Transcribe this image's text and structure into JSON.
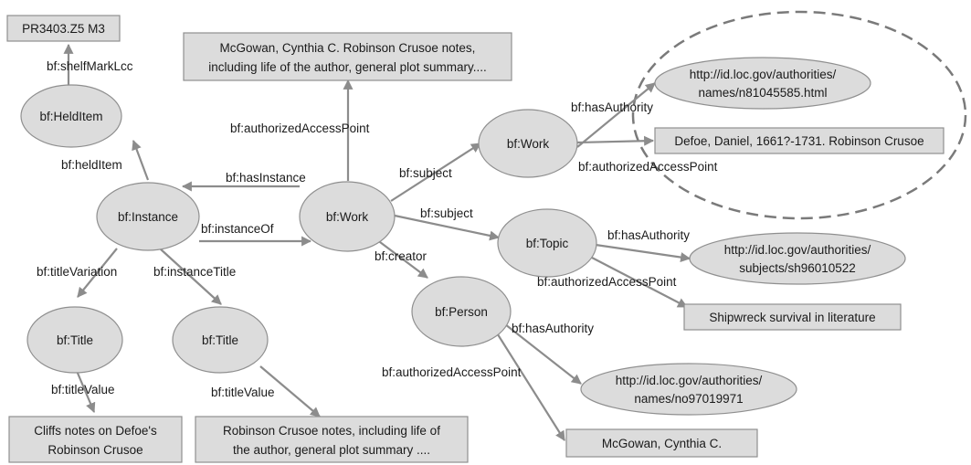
{
  "colors": {
    "node_fill": "#dcdcdc",
    "node_stroke": "#8f8f8f",
    "edge": "#8c8c8c",
    "text": "#1a1a1a"
  },
  "nodes": {
    "shelfmark": "PR3403.Z5 M3",
    "helditem": "bf:HeldItem",
    "instance": "bf:Instance",
    "work_main": "bf:Work",
    "work_note": [
      "McGowan, Cynthia C. Robinson Crusoe notes,",
      "including life of the author, general plot summary...."
    ],
    "title_variation": "bf:Title",
    "title_instance": "bf:Title",
    "title_value_1": [
      "Cliffs notes on Defoe's",
      "Robinson Crusoe"
    ],
    "title_value_2": [
      "Robinson Crusoe notes, including life of",
      "the author, general plot summary ...."
    ],
    "work_subject": "bf:Work",
    "work_subject_uri": [
      "http://id.loc.gov/authorities/",
      "names/n81045585.html"
    ],
    "work_subject_label": "Defoe, Daniel, 1661?-1731. Robinson Crusoe",
    "topic": "bf:Topic",
    "topic_uri": [
      "http://id.loc.gov/authorities/",
      "subjects/sh96010522"
    ],
    "topic_label": "Shipwreck survival in literature",
    "person": "bf:Person",
    "person_uri": [
      "http://id.loc.gov/authorities/",
      "names/no97019971"
    ],
    "person_label": "McGowan, Cynthia C."
  },
  "edges": {
    "shelfmark": "bf:shelfMarkLcc",
    "helditem": "bf:heldItem",
    "hasinstance": "bf:hasInstance",
    "instanceof": "bf:instanceOf",
    "work_aap": "bf:authorizedAccessPoint",
    "titlevariation": "bf:titleVariation",
    "instancetitle": "bf:instanceTitle",
    "titlevalue_1": "bf:titleValue",
    "titlevalue_2": "bf:titleValue",
    "subject_1": "bf:subject",
    "subject_2": "bf:subject",
    "creator": "bf:creator",
    "work_hasauthority": "bf:hasAuthority",
    "work_aap2": "bf:authorizedAccessPoint",
    "topic_hasauthority": "bf:hasAuthority",
    "topic_aap": "bf:authorizedAccessPoint",
    "person_hasauthority": "bf:hasAuthority",
    "person_aap": "bf:authorizedAccessPoint"
  }
}
